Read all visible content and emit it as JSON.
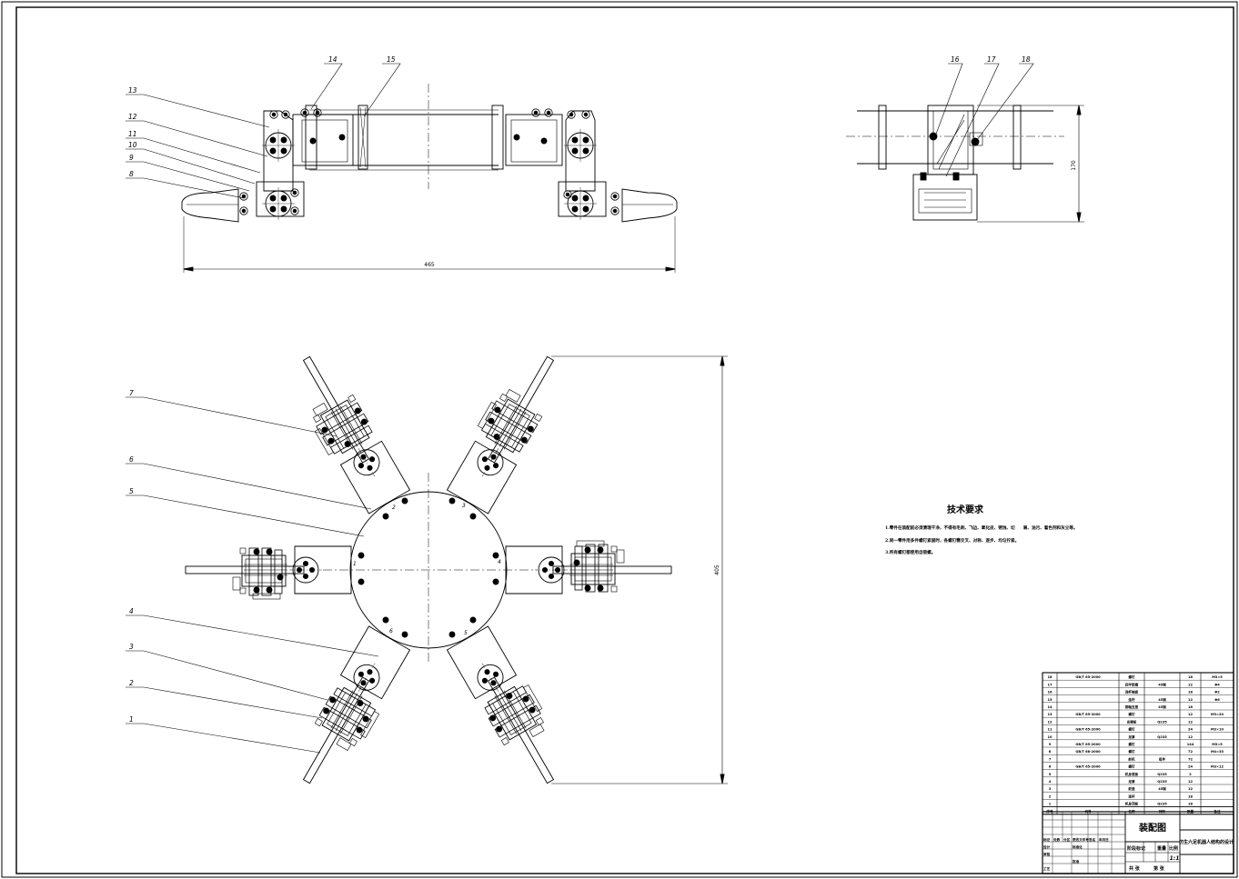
{
  "technical_requirements": {
    "title": "技术要求",
    "items": [
      "1.零件在装配前必须清理干净，不得有毛刺、飞边、氧化皮、锈蚀、切　　屑、油污、着色剂和灰尘等。",
      "2.同一零件用多件螺钉紧固时，各螺钉需交叉、对称、逐步、均匀拧紧。",
      "3.所有螺钉都使用自锁螺。"
    ]
  },
  "dimensions": {
    "width_total": "465",
    "height_total": "405",
    "side_height": "170"
  },
  "front_view_balloons": [
    "8",
    "9",
    "10",
    "11",
    "12",
    "13",
    "14",
    "15"
  ],
  "side_view_balloons": [
    "16",
    "17",
    "18"
  ],
  "top_view_balloons": [
    "1",
    "2",
    "3",
    "4",
    "5",
    "6",
    "7"
  ],
  "flange_hole_numbers": [
    "1",
    "2",
    "3",
    "4",
    "5",
    "6"
  ],
  "bom": {
    "rows": [
      {
        "no": "18",
        "std": "GB/T 65-2000",
        "name": "螺钉",
        "mat": "",
        "qty": "18",
        "note": "M3×5"
      },
      {
        "no": "17",
        "std": "",
        "name": "四平垫圈",
        "mat": "45钢",
        "qty": "12",
        "note": "Φ4"
      },
      {
        "no": "16",
        "std": "",
        "name": "连杆轴套",
        "mat": "",
        "qty": "18",
        "note": "Φ2"
      },
      {
        "no": "15",
        "std": "",
        "name": "连杆",
        "mat": "45钢",
        "qty": "12",
        "note": "Φ6"
      },
      {
        "no": "14",
        "std": "",
        "name": "销轴支座",
        "mat": "45钢",
        "qty": "18",
        "note": ""
      },
      {
        "no": "13",
        "std": "GB/T 65-2000",
        "name": "螺钉",
        "mat": "",
        "qty": "12",
        "note": "M3×20"
      },
      {
        "no": "12",
        "std": "",
        "name": "支撑板",
        "mat": "Q235",
        "qty": "12",
        "note": ""
      },
      {
        "no": "11",
        "std": "GB/T 65-2000",
        "name": "螺钉",
        "mat": "",
        "qty": "24",
        "note": "M3×10"
      },
      {
        "no": "10",
        "std": "",
        "name": "足掌",
        "mat": "Q235",
        "qty": "12",
        "note": ""
      },
      {
        "no": "9",
        "std": "GB/T 65-2000",
        "name": "螺钉",
        "mat": "",
        "qty": "144",
        "note": "M3×5"
      },
      {
        "no": "8",
        "std": "GB/T 68-2000",
        "name": "螺钉",
        "mat": "",
        "qty": "72",
        "note": "M4×35"
      },
      {
        "no": "7",
        "std": "",
        "name": "舵机",
        "mat": "组件",
        "qty": "72",
        "note": ""
      },
      {
        "no": "6",
        "std": "GB/T 65-2000",
        "name": "螺钉",
        "mat": "",
        "qty": "24",
        "note": "M3×12"
      },
      {
        "no": "5",
        "std": "",
        "name": "机身底板",
        "mat": "Q235",
        "qty": "2",
        "note": ""
      },
      {
        "no": "4",
        "std": "",
        "name": "足掌",
        "mat": "Q235",
        "qty": "12",
        "note": ""
      },
      {
        "no": "3",
        "std": "",
        "name": "舵盘",
        "mat": "45钢",
        "qty": "12",
        "note": ""
      },
      {
        "no": "2",
        "std": "",
        "name": "连杆",
        "mat": "",
        "qty": "18",
        "note": ""
      },
      {
        "no": "1",
        "std": "",
        "name": "机身顶板",
        "mat": "Q235",
        "qty": "18",
        "note": ""
      }
    ],
    "header": {
      "no": "序号",
      "std": "代号",
      "name": "名称",
      "mat": "材料",
      "qty": "数量",
      "note": "备注"
    }
  },
  "title_block": {
    "drawing_name": "装配图",
    "project_title": "仿生六足机器人结构的设计",
    "scale_value": "1:1",
    "labels_row1": [
      "标记",
      "处数",
      "分区",
      "更改文件号",
      "签名",
      "年月日"
    ],
    "labels_left": [
      "设计",
      "审核",
      "工艺",
      "标准化",
      "批准"
    ],
    "labels_mid": [
      "阶段标记",
      "重量",
      "比例"
    ],
    "labels_bottom": [
      "共 张",
      "第 张"
    ]
  }
}
